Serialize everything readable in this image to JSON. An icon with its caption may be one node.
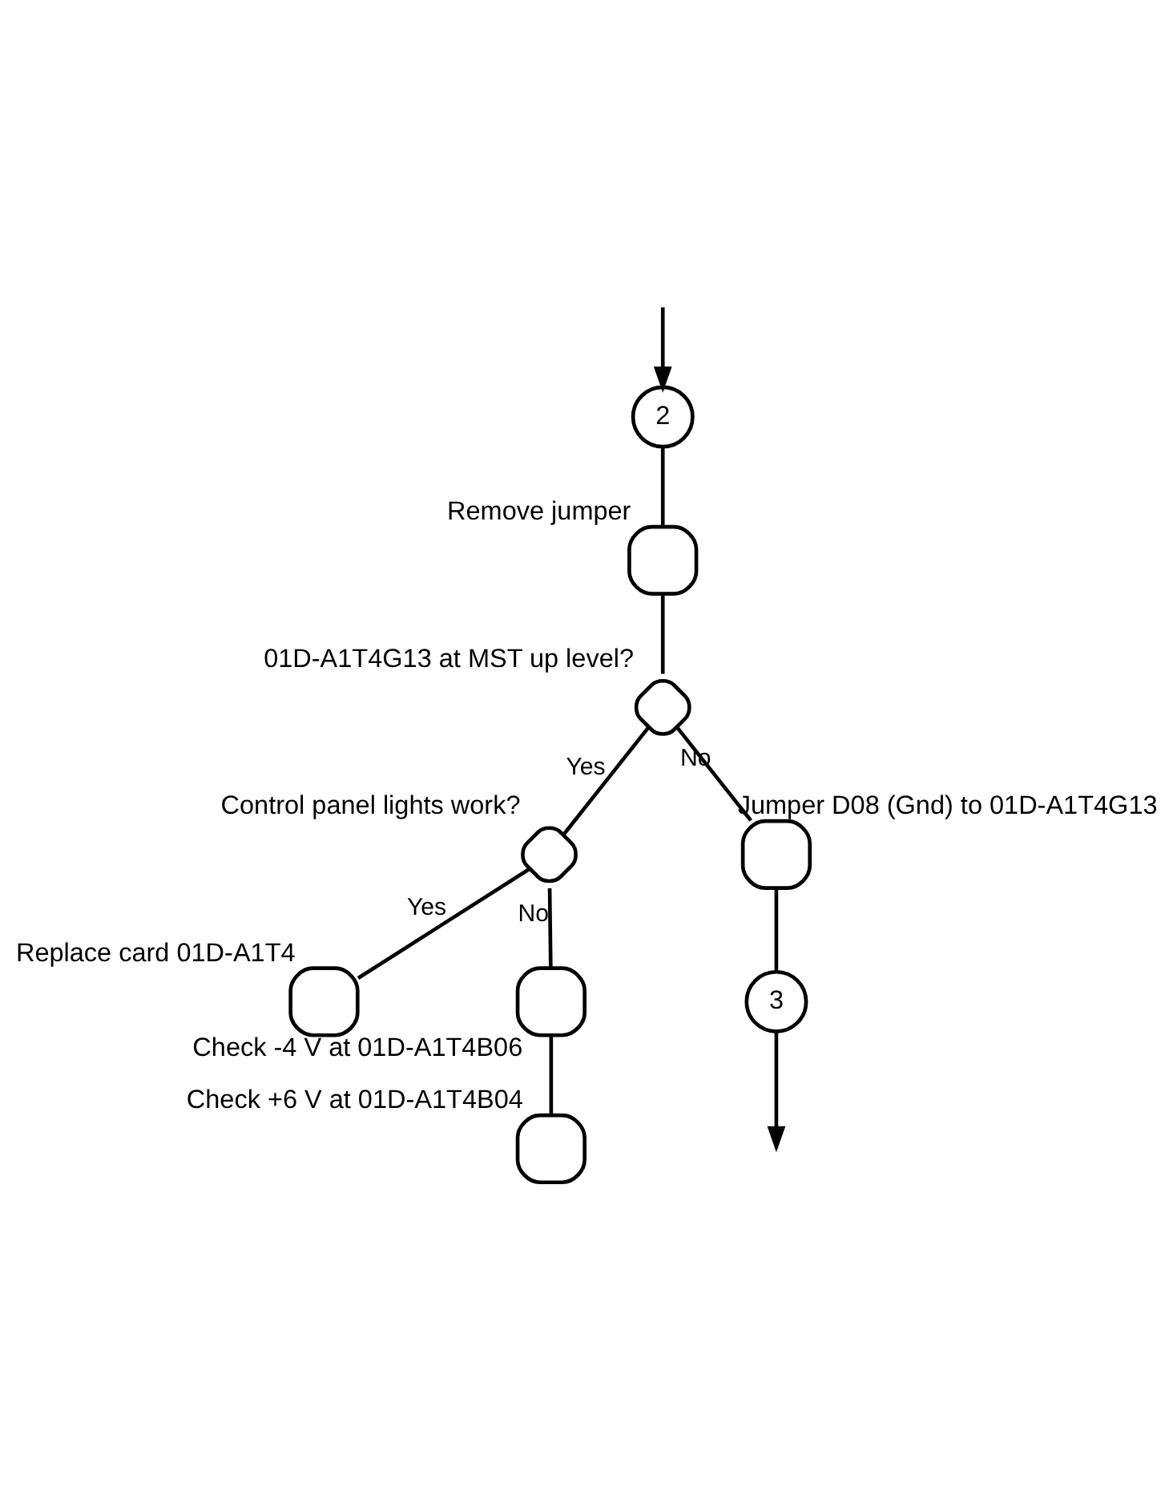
{
  "diagram": {
    "nodes": [
      {
        "text": [
          "2"
        ]
      },
      {
        "text": [],
        "shape": "box",
        "beside": [
          "Remove jumper"
        ]
      },
      {
        "text": [],
        "shape": "diamond",
        "beside": [
          "01D-A1T4G13 at MST up level?"
        ]
      },
      {
        "text": [],
        "shape": "diamond",
        "beside": [
          "Control panel lights work?"
        ]
      },
      {
        "text": [],
        "shape": "box",
        "beside": [
          "Replace card 01D-A1T4"
        ]
      },
      {
        "text": [],
        "shape": "box",
        "beside": [
          "Check -4 V at 01D-A1T4B06"
        ]
      },
      {
        "text": [],
        "shape": "box",
        "beside": [
          "Check +6 V at 01D-A1T4B04"
        ]
      },
      {
        "text": [],
        "shape": "box",
        "beside": [
          "Jumper D08 (Gnd) to 01D-A1T4G13"
        ]
      },
      {
        "text": [
          "3"
        ]
      }
    ],
    "edges": [
      {
        "from": null,
        "to": 0,
        "arrow": "to"
      },
      {
        "from": 0,
        "to": 1,
        "arrow": "none"
      },
      {
        "from": 1,
        "to": 2,
        "arrow": "none"
      },
      {
        "from": 2,
        "to": 3,
        "label": "Yes",
        "arrow": "none"
      },
      {
        "from": 2,
        "to": 7,
        "label": "No",
        "arrow": "none"
      },
      {
        "from": 3,
        "to": 4,
        "label": "Yes",
        "arrow": "none"
      },
      {
        "from": 3,
        "to": 5,
        "label": "No",
        "arrow": "none"
      },
      {
        "from": 5,
        "to": 6,
        "arrow": "none"
      },
      {
        "from": 7,
        "to": 8,
        "arrow": "none"
      },
      {
        "from": 8,
        "to": null,
        "arrow": "to"
      }
    ]
  }
}
